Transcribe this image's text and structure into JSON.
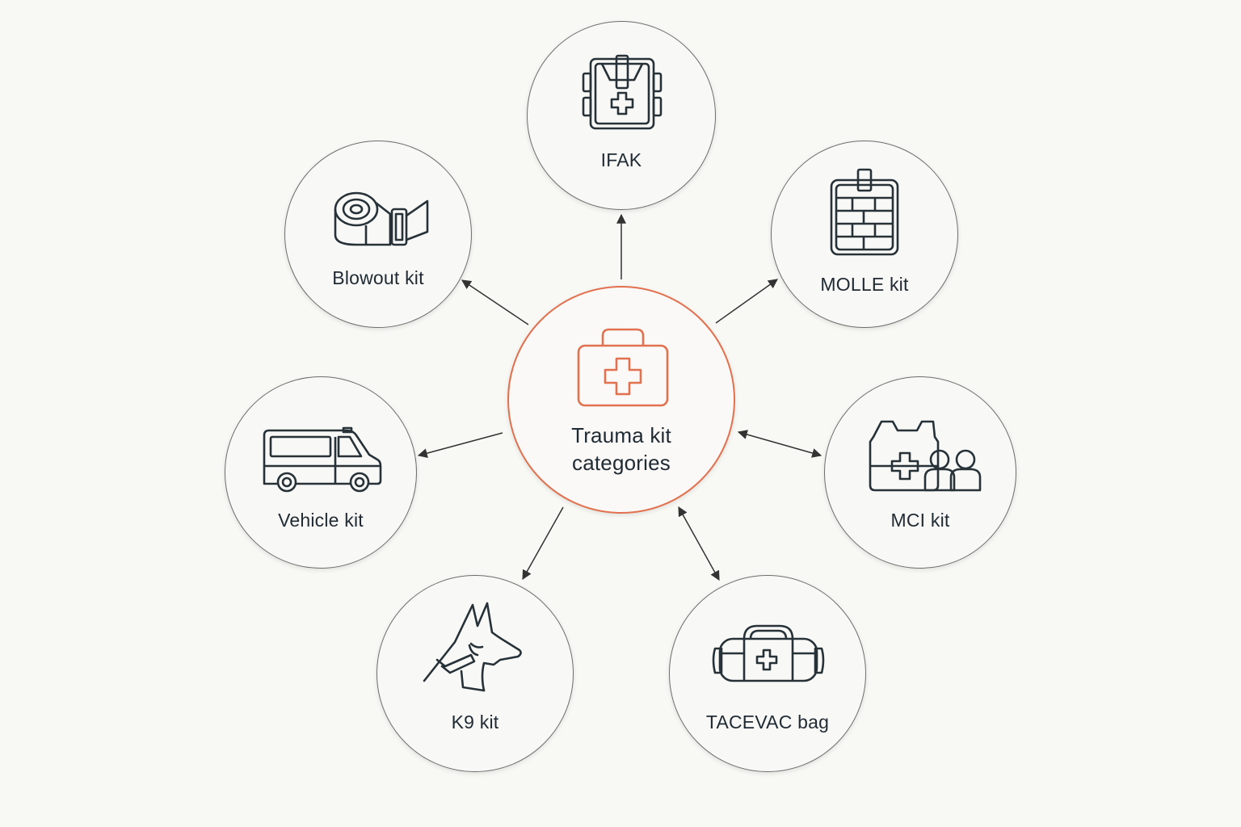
{
  "center": {
    "label_line1": "Trauma kit",
    "label_line2": "categories",
    "color": "#e2714f"
  },
  "nodes": {
    "ifak": {
      "label": "IFAK",
      "icon": "medical-backpack-icon"
    },
    "molle": {
      "label": "MOLLE kit",
      "icon": "molle-pouch-icon"
    },
    "mci": {
      "label": "MCI kit",
      "icon": "vest-and-people-icon"
    },
    "tacevac": {
      "label": "TACEVAC bag",
      "icon": "duffel-bag-icon"
    },
    "k9": {
      "label": "K9 kit",
      "icon": "dog-icon"
    },
    "vehicle": {
      "label": "Vehicle kit",
      "icon": "van-icon"
    },
    "blowout": {
      "label": "Blowout kit",
      "icon": "bandage-roll-icon"
    }
  }
}
